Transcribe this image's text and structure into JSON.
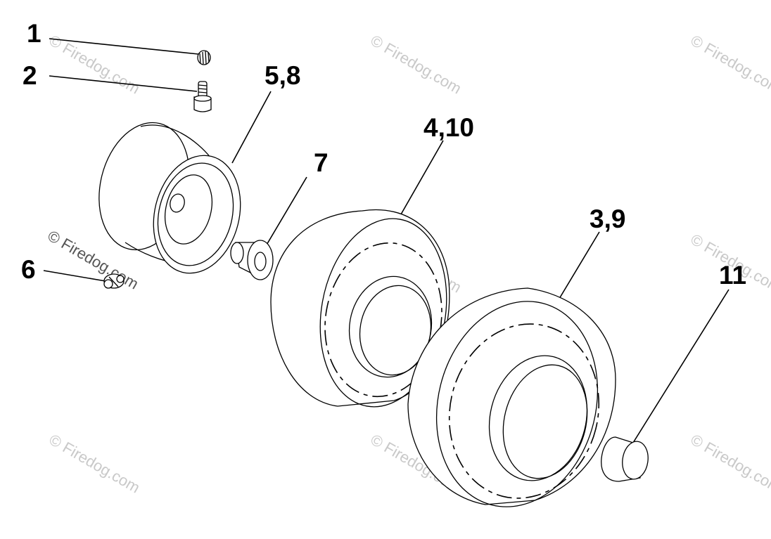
{
  "callouts": {
    "c1": "1",
    "c2": "2",
    "c58": "5,8",
    "c410": "4,10",
    "c7": "7",
    "c39": "3,9",
    "c6": "6",
    "c11": "11"
  },
  "watermark": {
    "text": "© Firedog.com",
    "color": "#c9c9c9"
  },
  "parts": {
    "valve_cap": "valve-cap-icon",
    "valve_stem": "valve-stem-icon",
    "rim": "wheel-rim-icon",
    "bushing": "bushing-icon",
    "tire_rear": "tire-icon",
    "tire_front": "tire-icon",
    "grease_fitting": "grease-fitting-icon",
    "hub_cap": "hub-cap-icon"
  }
}
